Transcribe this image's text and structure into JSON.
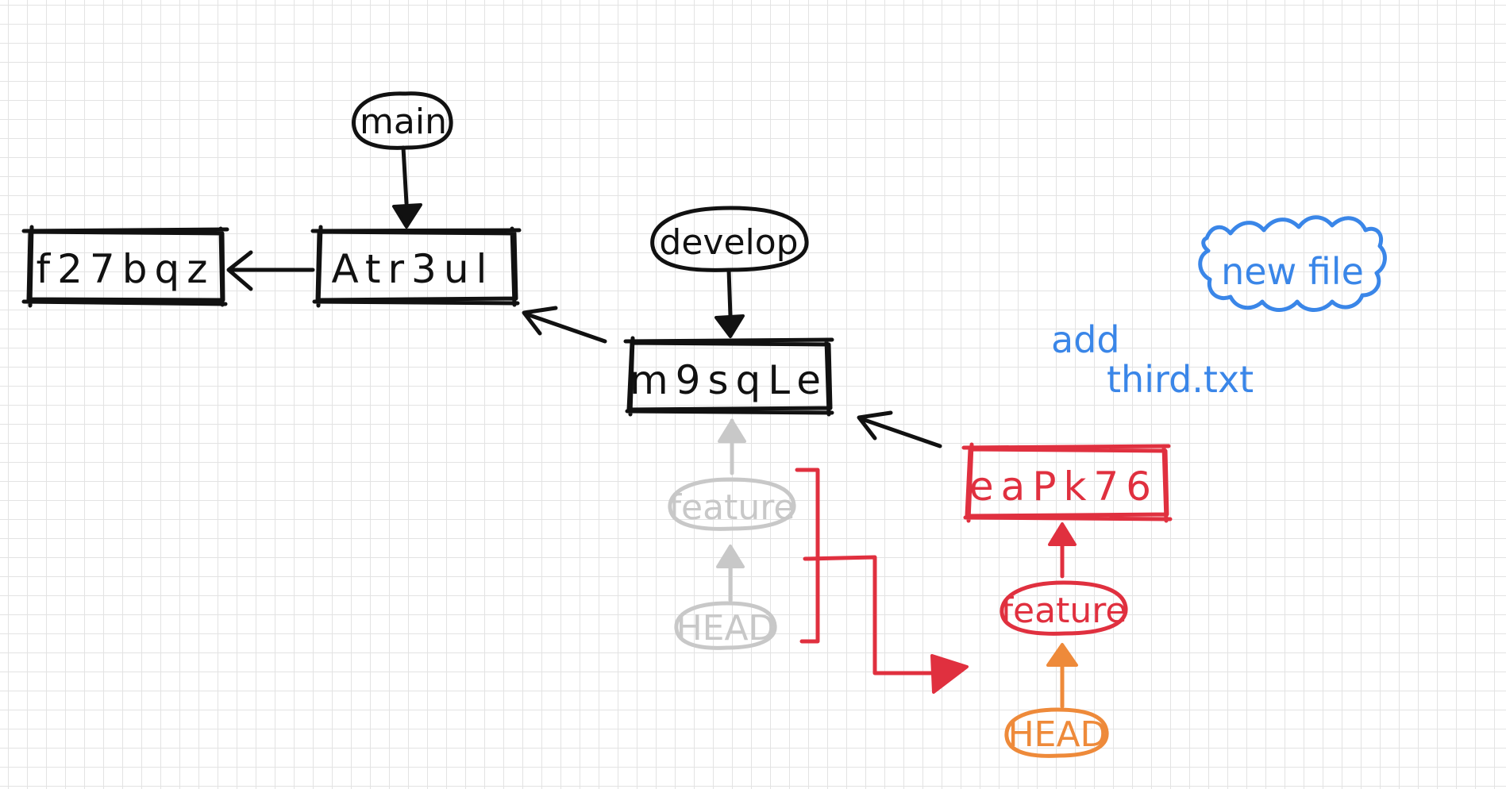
{
  "commits": {
    "c1": "f27bqz",
    "c2": "Atr3ul",
    "c3": "m9sqLe",
    "c4": "eaPk76"
  },
  "pointers": {
    "main": "main",
    "develop": "develop",
    "feature_old": "feature",
    "head_old": "HEAD",
    "feature_new": "feature",
    "head_new": "HEAD"
  },
  "notes": {
    "cloud": "new file",
    "line1": "add",
    "line2": "third.txt"
  },
  "colors": {
    "ink": "#111111",
    "faded": "#c8c8c8",
    "feature": "#e0303f",
    "head": "#ee8a3a",
    "note": "#3a86e8",
    "grid": "#e3e3e3"
  }
}
